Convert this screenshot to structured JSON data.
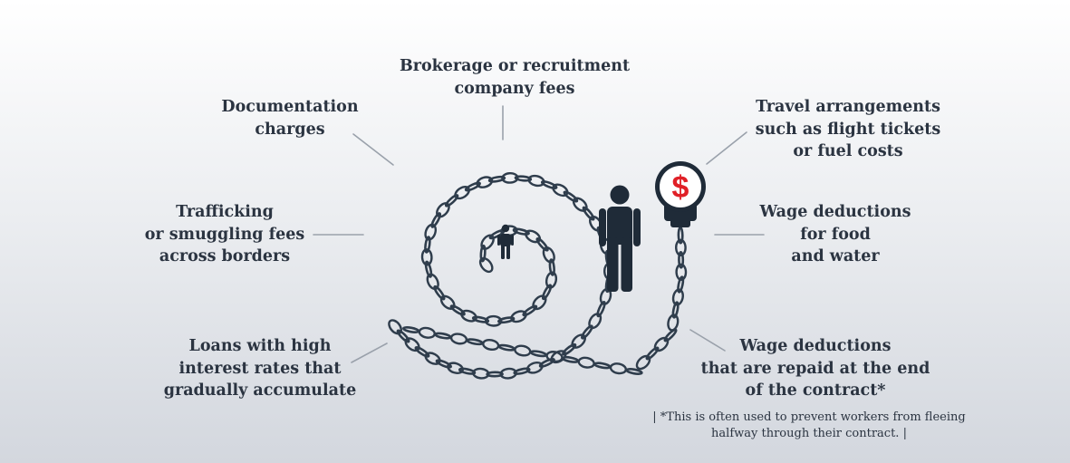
{
  "labels": {
    "brokerage": [
      "Brokerage or recruitment",
      "company fees"
    ],
    "documentation": [
      "Documentation",
      "charges"
    ],
    "travel": [
      "Travel arrangements",
      "such as flight tickets",
      "or fuel costs"
    ],
    "trafficking": [
      "Trafficking",
      "or smuggling fees",
      "across borders"
    ],
    "wage_food": [
      "Wage deductions",
      "for food",
      "and water"
    ],
    "loans": [
      "Loans with high",
      "interest rates that",
      "gradually accumulate"
    ],
    "wage_end": [
      "Wage deductions",
      "that are repaid at the end",
      "of the contract*"
    ]
  },
  "footnote": [
    "| *This is often used to prevent workers from fleeing",
    "halfway through their contract. |"
  ],
  "icons": {
    "lock_symbol": "$",
    "chain": "chain-spiral-icon",
    "person_large": "person-icon",
    "person_small": "person-icon",
    "lock": "padlock-dollar-icon"
  },
  "colors": {
    "text": "#2b3441",
    "chain": "#2f3d4c",
    "figure": "#1f2b38",
    "dollar": "#e02027",
    "connector": "#9aa1ab"
  }
}
